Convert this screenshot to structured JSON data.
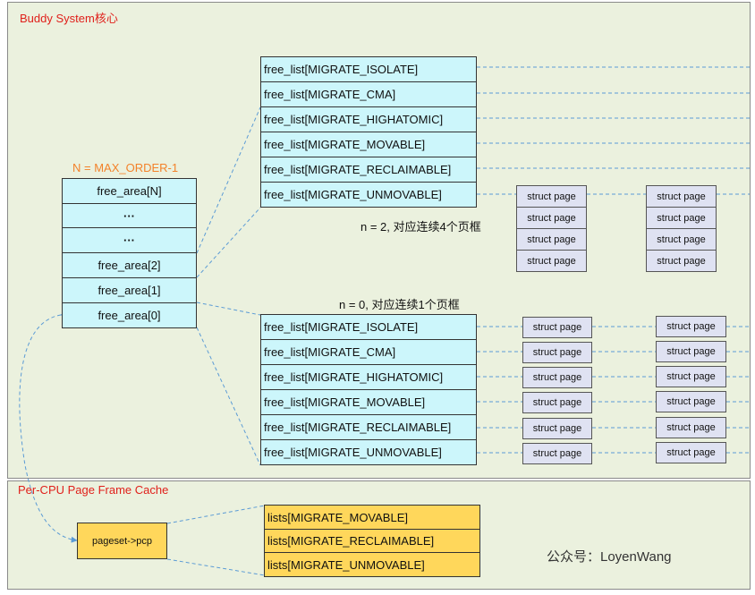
{
  "buddy": {
    "title": "Buddy System核心",
    "n_label": "N = MAX_ORDER-1",
    "free_area": [
      "free_area[N]",
      "···",
      "···",
      "free_area[2]",
      "free_area[1]",
      "free_area[0]"
    ],
    "free_list_top": [
      "free_list[MIGRATE_ISOLATE]",
      "free_list[MIGRATE_CMA]",
      "free_list[MIGRATE_HIGHATOMIC]",
      "free_list[MIGRATE_MOVABLE]",
      "free_list[MIGRATE_RECLAIMABLE]",
      "free_list[MIGRATE_UNMOVABLE]"
    ],
    "free_list_bottom": [
      "free_list[MIGRATE_ISOLATE]",
      "free_list[MIGRATE_CMA]",
      "free_list[MIGRATE_HIGHATOMIC]",
      "free_list[MIGRATE_MOVABLE]",
      "free_list[MIGRATE_RECLAIMABLE]",
      "free_list[MIGRATE_UNMOVABLE]"
    ],
    "note_n2": "n = 2, 对应连续4个页框",
    "note_n0": "n = 0, 对应连续1个页框",
    "struct_page": "struct page"
  },
  "pcp": {
    "title": "Per-CPU Page Frame Cache",
    "pageset": "pageset->pcp",
    "lists": [
      "lists[MIGRATE_MOVABLE]",
      "lists[MIGRATE_RECLAIMABLE]",
      "lists[MIGRATE_UNMOVABLE]"
    ]
  },
  "watermark": "公众号：LoyenWang",
  "colors": {
    "panel_bg": "#ebf1de",
    "cyan_box": "#ccf6fb",
    "yellow_box": "#ffd75b",
    "page_box": "#dfe2f2",
    "title_red": "#e0201b",
    "label_orange": "#f3822a",
    "connector_blue": "#5b9bd5"
  }
}
